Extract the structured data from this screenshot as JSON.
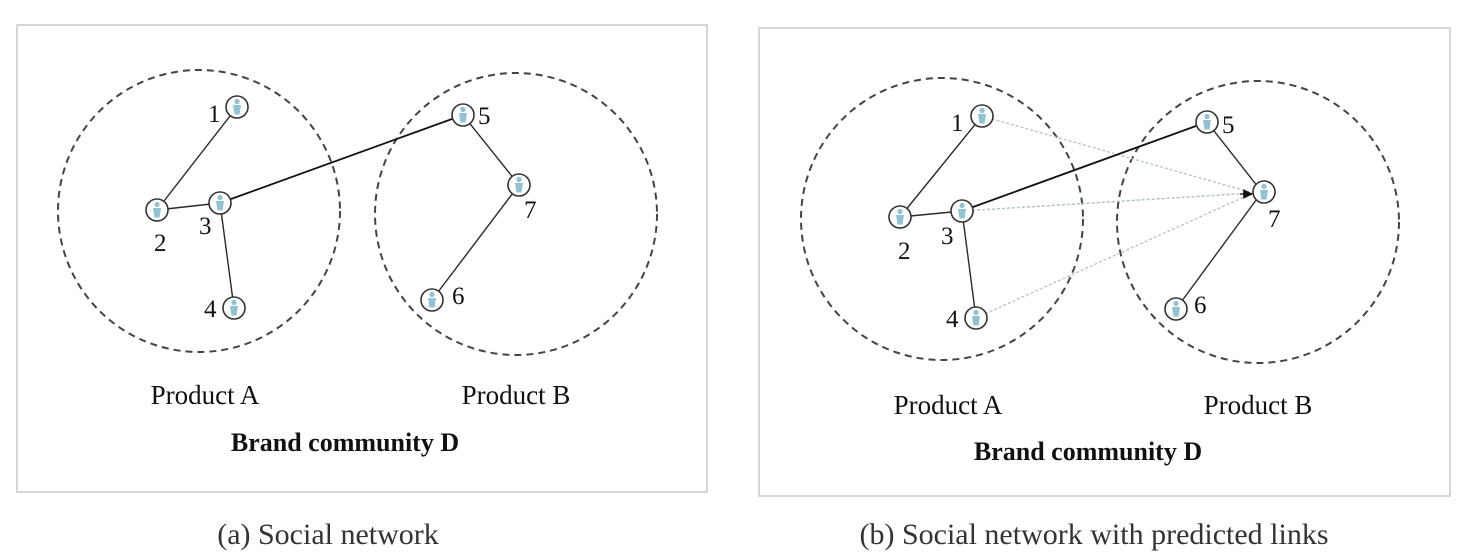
{
  "colors": {
    "node_person": "#8fc3d3",
    "node_ring": "#333333",
    "community_circle": "#444444",
    "predicted_link": "#b4c4c8"
  },
  "panel_a": {
    "product_a_label": "Product A",
    "product_b_label": "Product B",
    "community_label": "Brand community D",
    "caption": "(a) Social network",
    "nodes": [
      "1",
      "2",
      "3",
      "4",
      "5",
      "6",
      "7"
    ]
  },
  "panel_b": {
    "product_a_label": "Product A",
    "product_b_label": "Product B",
    "community_label": "Brand community D",
    "caption": "(b) Social network with predicted links",
    "nodes": [
      "1",
      "2",
      "3",
      "4",
      "5",
      "6",
      "7"
    ]
  }
}
